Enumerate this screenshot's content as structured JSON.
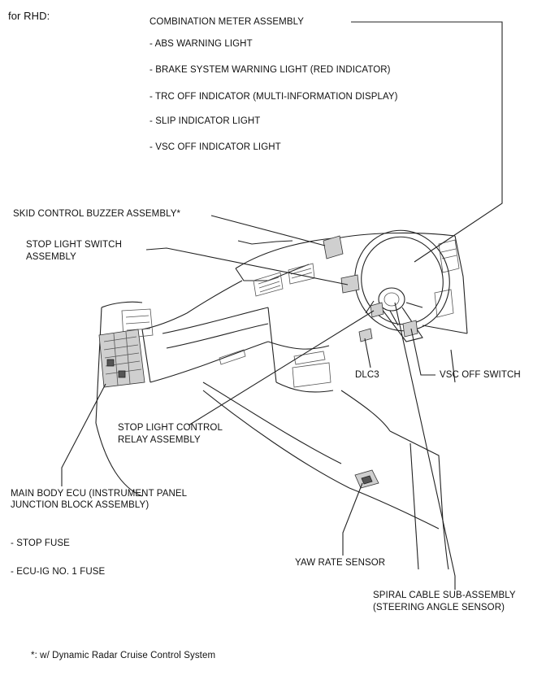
{
  "header": {
    "variant": "for RHD:"
  },
  "meter": {
    "title": "COMBINATION METER ASSEMBLY",
    "items": [
      "- ABS WARNING LIGHT",
      "- BRAKE SYSTEM WARNING LIGHT (RED INDICATOR)",
      "- TRC OFF INDICATOR (MULTI-INFORMATION DISPLAY)",
      "- SLIP INDICATOR LIGHT",
      "- VSC OFF INDICATOR LIGHT"
    ]
  },
  "labels": {
    "skid_buzzer": "SKID CONTROL BUZZER ASSEMBLY*",
    "stop_light_switch_1": "STOP LIGHT SWITCH",
    "stop_light_switch_2": "ASSEMBLY",
    "dlc3": "DLC3",
    "vsc_off_switch": "VSC OFF SWITCH",
    "stop_light_relay_1": "STOP LIGHT CONTROL",
    "stop_light_relay_2": "RELAY ASSEMBLY",
    "main_body_ecu_1": "MAIN BODY ECU (INSTRUMENT PANEL",
    "main_body_ecu_2": "JUNCTION BLOCK ASSEMBLY)",
    "stop_fuse": "- STOP FUSE",
    "ecu_ig_fuse": "- ECU-IG NO. 1 FUSE",
    "yaw_rate_sensor": "YAW RATE SENSOR",
    "spiral_cable_1": "SPIRAL CABLE SUB-ASSEMBLY",
    "spiral_cable_2": "(STEERING ANGLE SENSOR)"
  },
  "footnote": "*: w/ Dynamic Radar Cruise Control System"
}
